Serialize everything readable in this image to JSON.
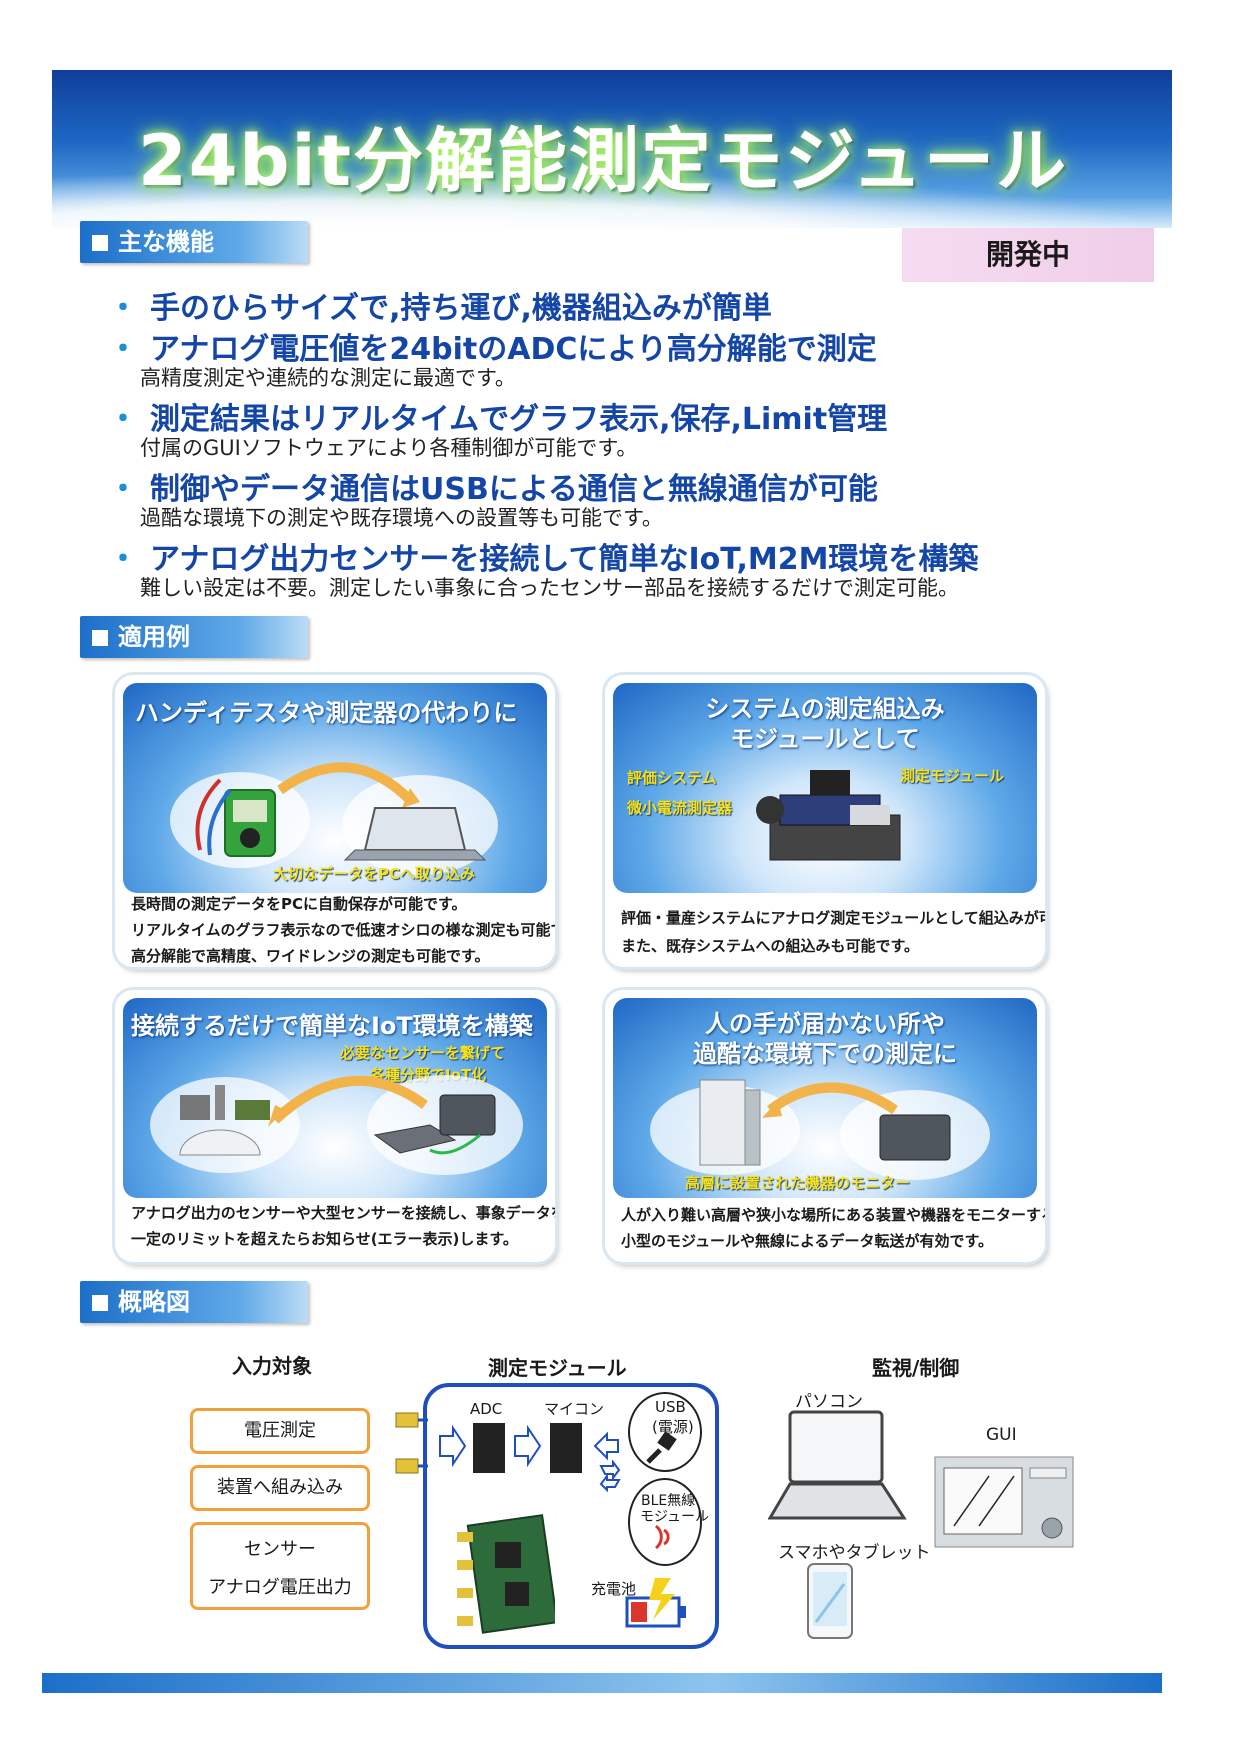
{
  "header": {
    "title": "24bit分解能測定モジュール"
  },
  "badge": "開発中",
  "sections": {
    "features": "主な機能",
    "examples": "適用例",
    "overview": "概略図"
  },
  "features": [
    {
      "title": "手のひらサイズで,持ち運び,機器組込みが簡単",
      "sub": ""
    },
    {
      "title": "アナログ電圧値を24bitのADCにより高分解能で測定",
      "sub": "高精度測定や連続的な測定に最適です。"
    },
    {
      "title": "測定結果はリアルタイムでグラフ表示,保存,Limit管理",
      "sub": "付属のGUIソフトウェアにより各種制御が可能です。"
    },
    {
      "title": "制御やデータ通信はUSBによる通信と無線通信が可能",
      "sub": "過酷な環境下の測定や既存環境への設置等も可能です。"
    },
    {
      "title": "アナログ出力センサーを接続して簡単なIoT,M2M環境を構築",
      "sub": "難しい設定は不要。測定したい事象に合ったセンサー部品を接続するだけで測定可能。"
    }
  ],
  "cards": [
    {
      "title": "ハンディテスタや測定器の代わりに",
      "label": "大切なデータをPCへ取り込み",
      "captions": [
        "長時間の測定データをPCに自動保存が可能です。",
        "リアルタイムのグラフ表示なので低速オシロの様な測定も可能です。",
        "高分解能で高精度、ワイドレンジの測定も可能です。"
      ]
    },
    {
      "title1": "システムの測定組込み",
      "title2": "モジュールとして",
      "label_a": "評価システム",
      "label_b": "微小電流測定器",
      "label_c": "測定モジュール",
      "captions": [
        "評価・量産システムにアナログ測定モジュールとして組込みが可能です。",
        "また、既存システムへの組込みも可能です。"
      ]
    },
    {
      "title": "接続するだけで簡単なIoT環境を構築",
      "label1": "必要なセンサーを繋げて",
      "label2": "各種分野でIoT化",
      "captions": [
        "アナログ出力のセンサーや大型センサーを接続し、事象データを収集、",
        "一定のリミットを超えたらお知らせ(エラー表示)します。"
      ]
    },
    {
      "title1": "人の手が届かない所や",
      "title2": "過酷な環境下での測定に",
      "label": "高層に設置された機器のモニター",
      "captions": [
        "人が入り難い高層や狭小な場所にある装置や機器をモニターする際は、",
        "小型のモジュールや無線によるデータ転送が有効です。"
      ]
    }
  ],
  "diagram": {
    "col_input": "入力対象",
    "col_module": "測定モジュール",
    "col_monitor": "監視/制御",
    "inputs": [
      "電圧測定",
      "装置へ組み込み",
      "センサー",
      "アナログ電圧出力"
    ],
    "adc": "ADC",
    "mcu": "マイコン",
    "usb1": "USB",
    "usb2": "(電源)",
    "ble1": "BLE無線",
    "ble2": "モジュール",
    "battery": "充電池",
    "pc": "パソコン",
    "phone": "スマホやタブレット",
    "gui": "GUI"
  },
  "colors": {
    "brand": "#1346a6",
    "accent": "#1c6fc8",
    "orange": "#f0a13c"
  }
}
